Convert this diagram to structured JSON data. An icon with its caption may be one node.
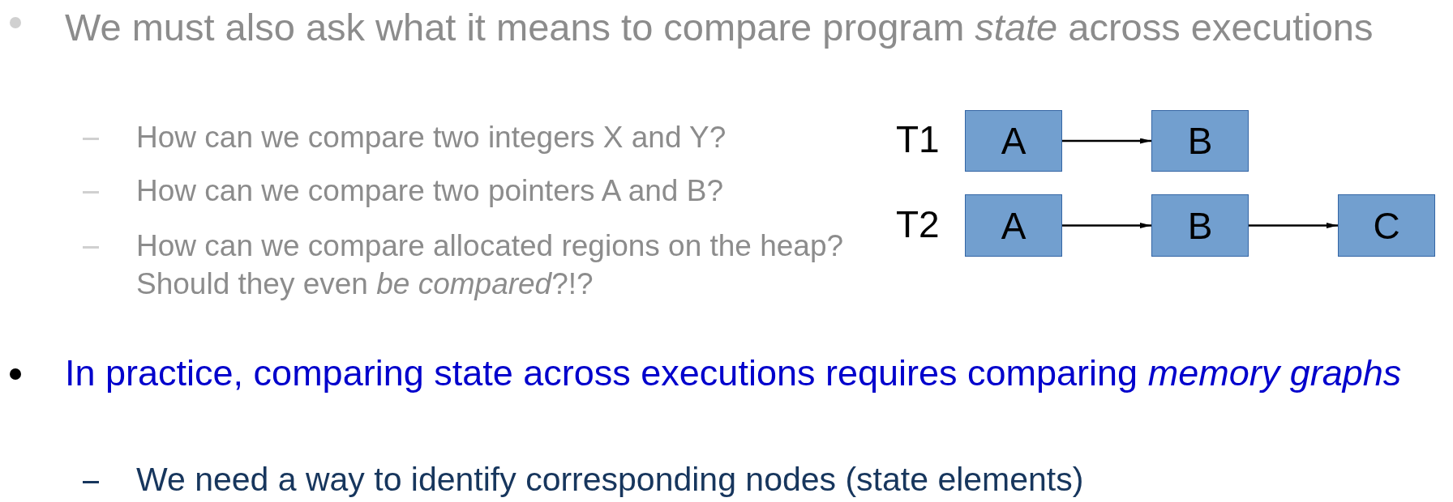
{
  "diagram": {
    "nodes": [
      {
        "text": [
          "A"
        ]
      },
      {
        "text": [
          "B"
        ]
      },
      {
        "text": [
          "A"
        ]
      },
      {
        "text": [
          "B"
        ]
      },
      {
        "text": [
          "C"
        ]
      }
    ],
    "edges": [
      {
        "from": 0,
        "to": 1,
        "arrow": "to"
      },
      {
        "from": 2,
        "to": 3,
        "arrow": "to"
      },
      {
        "from": 3,
        "to": 4,
        "arrow": "to"
      }
    ],
    "labels": [
      "We must also ask what it means to compare program *state* across executions",
      "T1",
      "How can we compare two integers X and Y?",
      "How can we compare two pointers A and B?",
      "T2",
      "How can we compare allocated regions on the heap? Should they even *be compared*?!?",
      "In practice, comparing state across executions requires comparing *memory graphs*",
      "We need a way to identify corresponding nodes (state elements)"
    ]
  }
}
